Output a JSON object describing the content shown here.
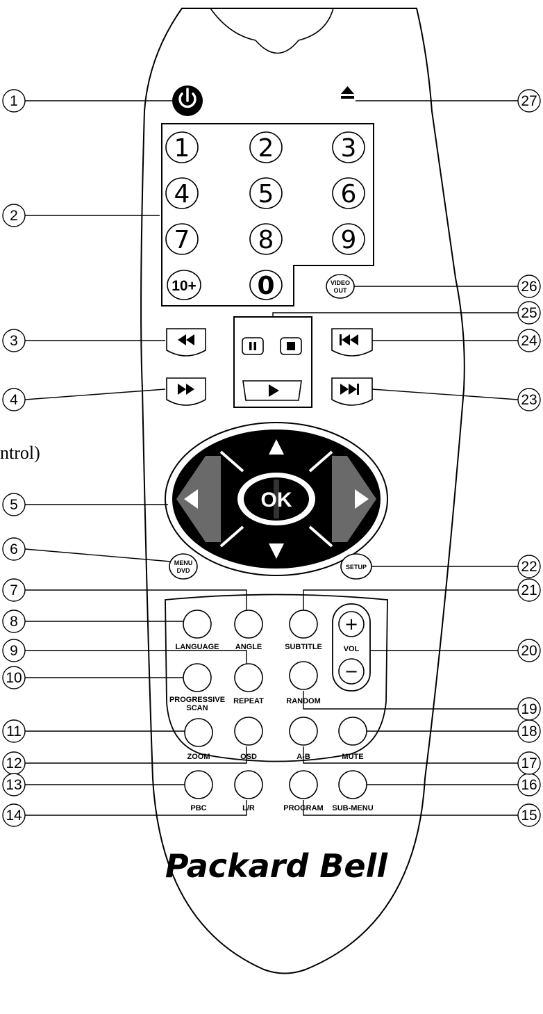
{
  "brand": "Packard Bell",
  "cut_text": "ntrol)",
  "keypad": {
    "digits": [
      "1",
      "2",
      "3",
      "4",
      "5",
      "6",
      "7",
      "8",
      "9"
    ],
    "ten_plus": "10+",
    "zero": "0"
  },
  "button_labels": {
    "video_out_line1": "VIDEO",
    "video_out_line2": "OUT",
    "ok": "OK",
    "menu_line1": "MENU",
    "menu_line2": "DVD",
    "setup": "SETUP",
    "language": "LANGUAGE",
    "angle": "ANGLE",
    "subtitle": "SUBTITLE",
    "vol": "VOL",
    "vol_plus": "+",
    "vol_minus": "−",
    "progressive_line1": "PROGRESSIVE",
    "progressive_line2": "SCAN",
    "repeat": "REPEAT",
    "random": "RANDOM",
    "zoom": "ZOOM",
    "osd": "OSD",
    "ab": "A-B",
    "mute": "MUTE",
    "pbc": "PBC",
    "lr": "L/R",
    "program": "PROGRAM",
    "submenu": "SUB-MENU"
  },
  "callouts": [
    "1",
    "2",
    "3",
    "4",
    "5",
    "6",
    "7",
    "8",
    "9",
    "10",
    "11",
    "12",
    "13",
    "14",
    "15",
    "16",
    "17",
    "18",
    "19",
    "20",
    "21",
    "22",
    "23",
    "24",
    "25",
    "26",
    "27"
  ]
}
